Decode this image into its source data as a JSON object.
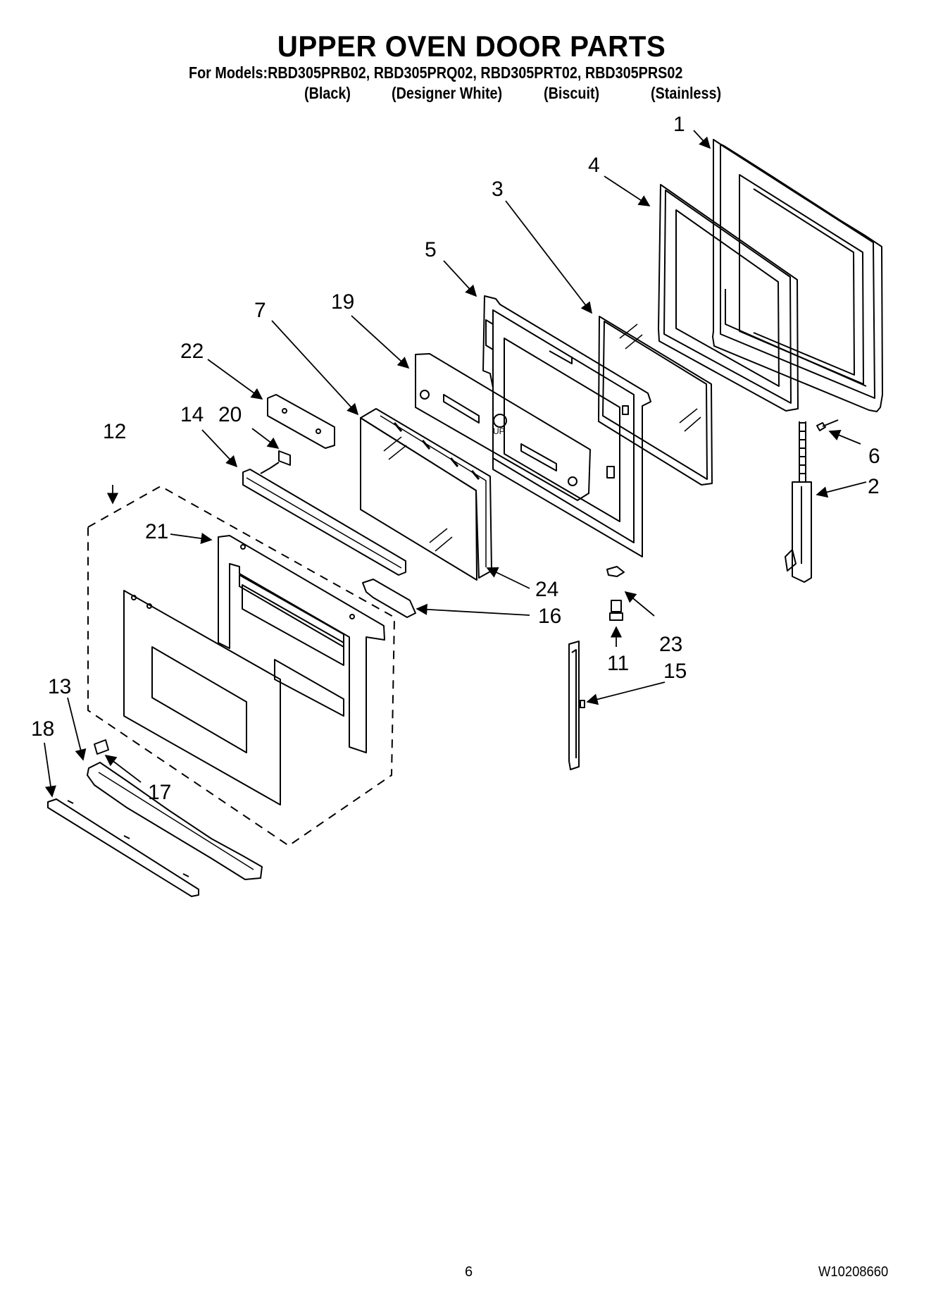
{
  "header": {
    "title": "UPPER OVEN DOOR PARTS",
    "models_line": "For Models:RBD305PRB02, RBD305PRQ02, RBD305PRT02, RBD305PRS02",
    "variants": [
      "(Black)",
      "(Designer White)",
      "(Biscuit)",
      "(Stainless)"
    ]
  },
  "callouts": {
    "c1": "1",
    "c2": "2",
    "c3": "3",
    "c4": "4",
    "c5": "5",
    "c6": "6",
    "c7": "7",
    "c11": "11",
    "c12": "12",
    "c13": "13",
    "c14": "14",
    "c15": "15",
    "c16": "16",
    "c17": "17",
    "c18": "18",
    "c19": "19",
    "c20": "20",
    "c21": "21",
    "c22": "22",
    "c23": "23",
    "c24": "24"
  },
  "part_marking": "UP",
  "footer": {
    "page_number": "6",
    "document_number": "W10208660"
  }
}
